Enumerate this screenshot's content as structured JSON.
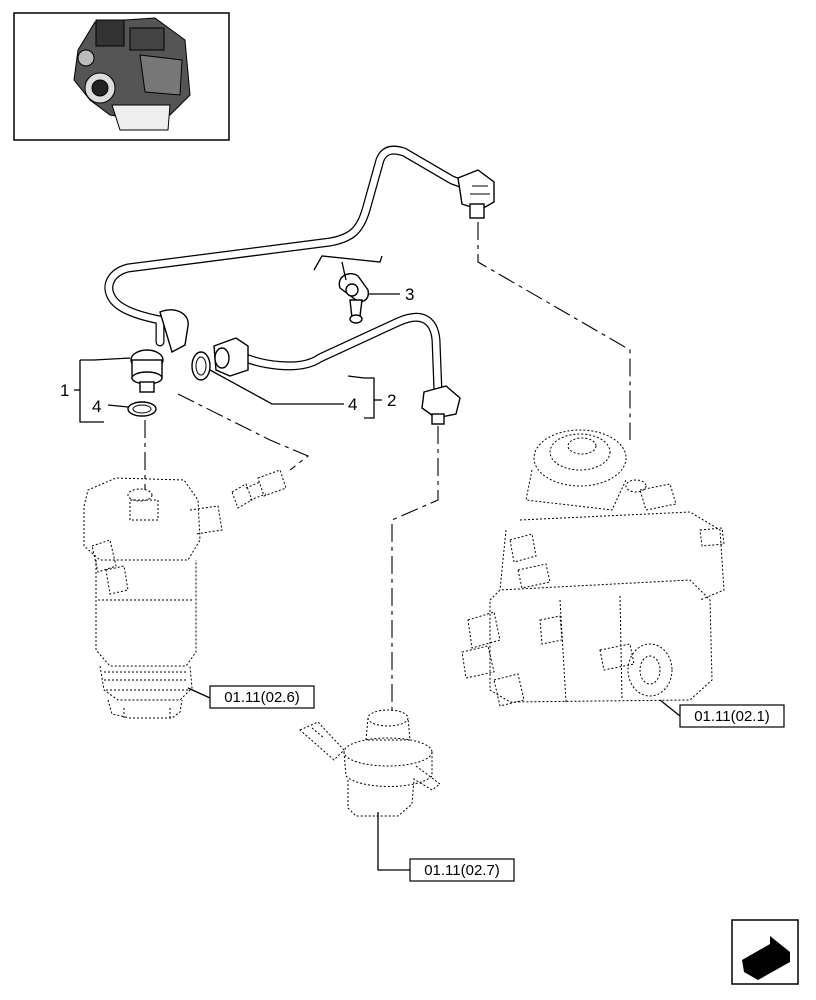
{
  "callouts": {
    "item_1": "1",
    "item_2": "2",
    "item_3": "3",
    "item_4_left": "4",
    "item_4_right": "4"
  },
  "references": {
    "filter_ref": "01.11(02.6)",
    "pump_ref": "01.11(02.1)",
    "lift_pump_ref": "01.11(02.7)"
  },
  "icons": {
    "engine_thumbnail": "engine-thumbnail-icon",
    "next_page": "next-page-arrow-icon"
  }
}
